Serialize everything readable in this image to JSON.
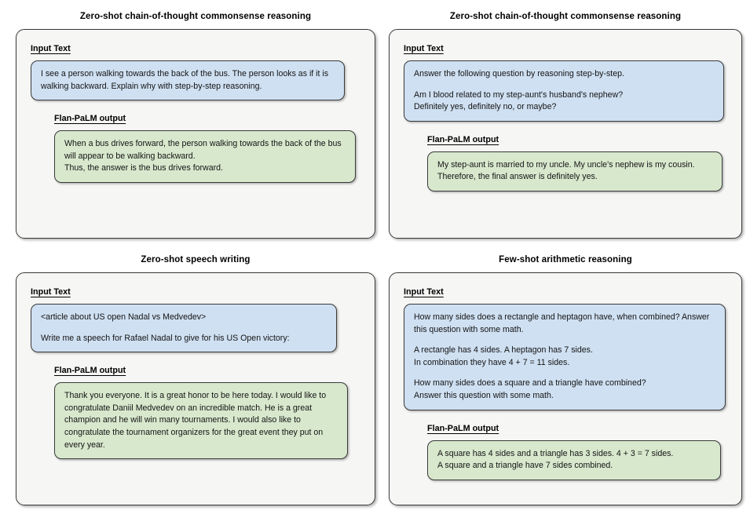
{
  "labels": {
    "input": "Input Text",
    "output": "Flan-PaLM output"
  },
  "panels": [
    {
      "id": "zero-shot-cot-commonsense-bus",
      "title": "Zero-shot chain-of-thought commonsense reasoning",
      "input_paragraphs": [
        "I see a person walking towards the back of the bus. The person looks as if it is walking backward. Explain why with step-by-step reasoning."
      ],
      "output_paragraphs": [
        "When a bus drives forward, the person walking towards the back of the bus will appear to be walking backward.\nThus, the answer is the bus drives forward."
      ]
    },
    {
      "id": "zero-shot-cot-commonsense-stepaunt",
      "title": "Zero-shot chain-of-thought commonsense reasoning",
      "input_paragraphs": [
        "Answer the following question by reasoning step-by-step.",
        "Am I blood related to my step-aunt's husband's nephew?\nDefinitely yes, definitely no, or maybe?"
      ],
      "output_paragraphs": [
        "My step-aunt is married to my uncle. My uncle's nephew is my cousin. Therefore, the final answer is definitely yes."
      ]
    },
    {
      "id": "zero-shot-speech-writing",
      "title": "Zero-shot speech writing",
      "input_paragraphs": [
        "<article about US open Nadal vs Medvedev>",
        "Write me a speech for Rafael Nadal to give for his US Open victory:"
      ],
      "output_paragraphs": [
        "Thank you everyone. It is a great honor to be here today. I would like to congratulate Daniil Medvedev on an incredible match. He is a great champion and he will win many tournaments. I would also like to congratulate the tournament organizers for the great event they put on every year."
      ]
    },
    {
      "id": "few-shot-arithmetic-reasoning",
      "title": "Few-shot arithmetic reasoning",
      "input_paragraphs": [
        "How many sides does a rectangle and heptagon have, when combined? Answer this question with some math.",
        "A rectangle has 4 sides. A heptagon has 7 sides.\nIn combination they have 4 + 7 = 11 sides.",
        "How many sides does a square and a triangle have combined?\nAnswer this question with some math."
      ],
      "output_paragraphs": [
        "A square has 4 sides and a triangle has 3 sides. 4 + 3 = 7 sides.\nA square and a triangle have 7 sides combined."
      ]
    }
  ],
  "colors": {
    "input_bubble": "#cfe0f2",
    "output_bubble": "#d8e8cd",
    "card_background": "#f6f6f5",
    "border": "#3a3a3a",
    "page_background": "#ffffff"
  }
}
